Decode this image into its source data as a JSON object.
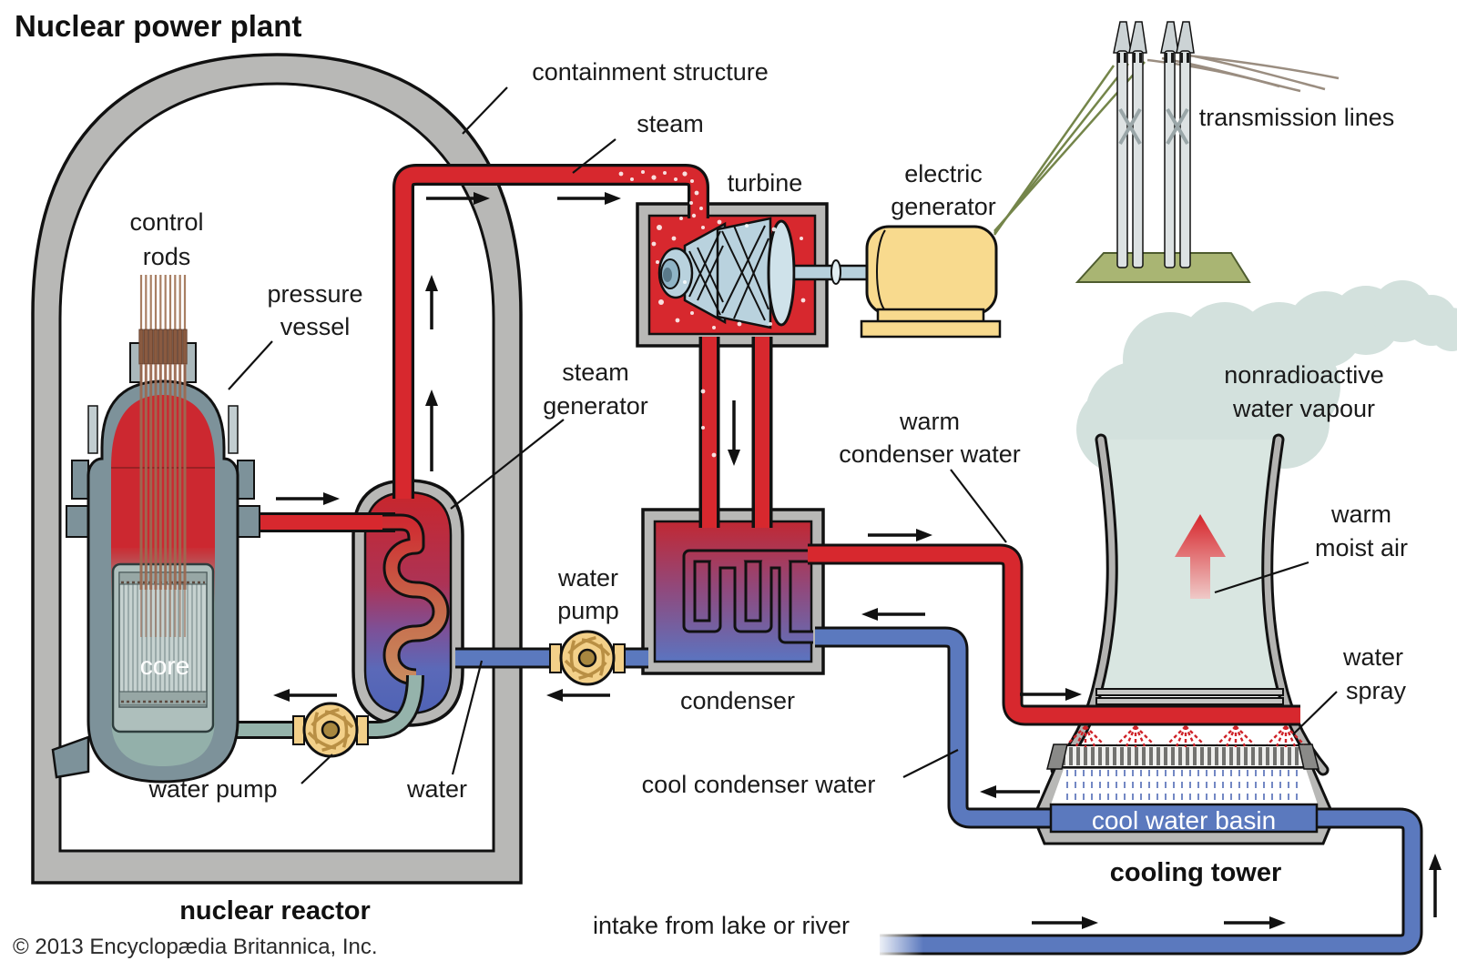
{
  "title": "Nuclear power plant",
  "copyright": "© 2013 Encyclopædia Britannica, Inc.",
  "colors": {
    "hot_loop_red": "#d7282e",
    "cool_loop_blue": "#5b79be",
    "primary_coolant_teal": "#95b3ab",
    "structure_gray": "#b8b8b6",
    "vessel_steel": "#7d929a",
    "generator_yellow": "#f8da8e",
    "pump_tan": "#f3d089",
    "tower_interior": "#d9e6e1",
    "vapor_cloud": "#d3e1dd",
    "ground_green": "#a9b573",
    "basin_blue": "#5b79be"
  },
  "labels": {
    "containment_structure": "containment structure",
    "steam": "steam",
    "turbine": "turbine",
    "electric_generator_1": "electric",
    "electric_generator_2": "generator",
    "transmission_lines": "transmission lines",
    "control_rods_1": "control",
    "control_rods_2": "rods",
    "pressure_vessel_1": "pressure",
    "pressure_vessel_2": "vessel",
    "steam_generator_1": "steam",
    "steam_generator_2": "generator",
    "core": "core",
    "water_pump_left": "water pump",
    "water": "water",
    "water_pump_right_1": "water",
    "water_pump_right_2": "pump",
    "condenser": "condenser",
    "warm_condenser_water_1": "warm",
    "warm_condenser_water_2": "condenser water",
    "cool_condenser_water": "cool condenser water",
    "nonradioactive_vapour_1": "nonradioactive",
    "nonradioactive_vapour_2": "water vapour",
    "warm_moist_air_1": "warm",
    "warm_moist_air_2": "moist air",
    "water_spray_1": "water",
    "water_spray_2": "spray",
    "cool_water_basin": "cool water basin",
    "cooling_tower": "cooling tower",
    "nuclear_reactor": "nuclear reactor",
    "intake": "intake from lake or river"
  }
}
